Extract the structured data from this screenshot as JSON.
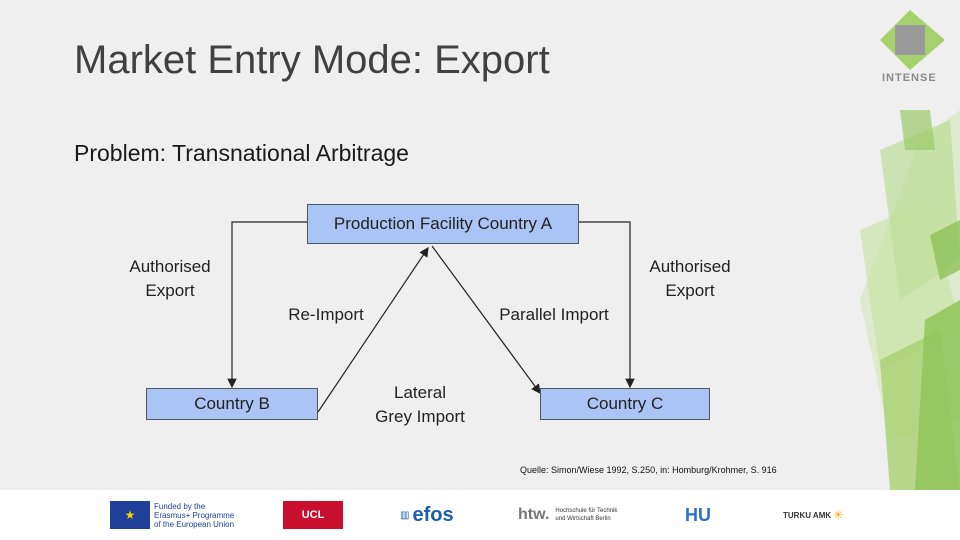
{
  "title": "Market Entry Mode: Export",
  "subtitle": "Problem: Transnational Arbitrage",
  "brand": "INTENSE",
  "colors": {
    "box_fill": "#a9c4f5",
    "deco_green": "#b5d98a",
    "background": "#efefef"
  },
  "diagram": {
    "top_box": "Production Facility Country A",
    "left_box": "Country B",
    "right_box": "Country C",
    "left_export_line1": "Authorised",
    "left_export_line2": "Export",
    "right_export_line1": "Authorised",
    "right_export_line2": "Export",
    "reimport": "Re-Import",
    "parallel": "Parallel Import",
    "lateral_line1": "Lateral",
    "lateral_line2": "Grey Import"
  },
  "source": "Quelle: Simon/Wiese 1992, S.250, in: Homburg/Krohmer, S. 916",
  "footer": {
    "eu_line1": "Funded by the",
    "eu_line2": "Erasmus+ Programme",
    "eu_line3": "of the European Union",
    "ucl": "UCL",
    "efos": "efos",
    "htw": "htw.",
    "htw_sub1": "Hochschule für Technik",
    "htw_sub2": "und Wirtschaft Berlin",
    "turku": "TURKU AMK"
  }
}
